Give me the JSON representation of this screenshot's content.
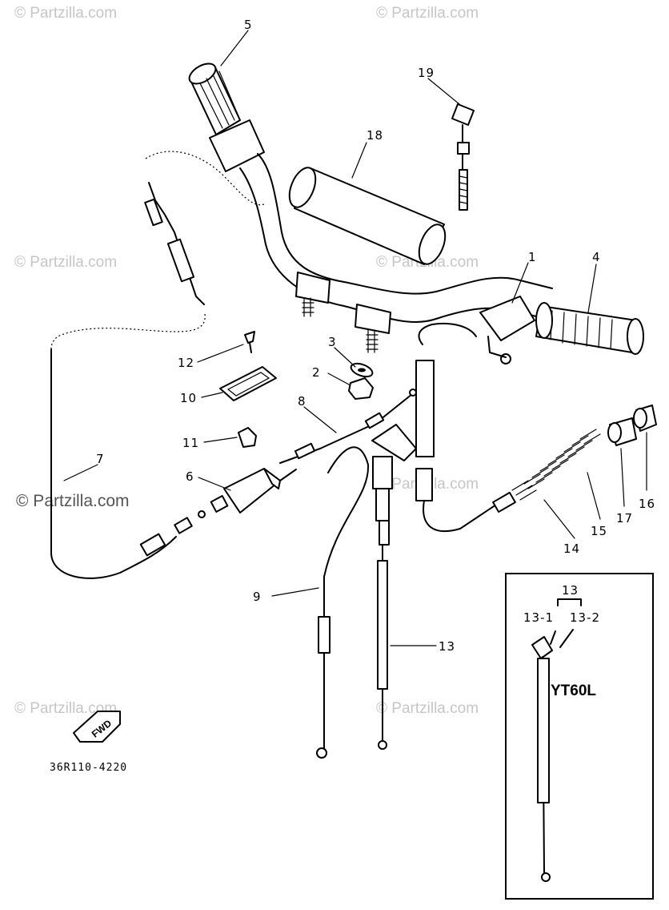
{
  "diagram": {
    "drawing_code": "36R110-4220",
    "fwd_marker": "FWD",
    "inset_model": "YT60L",
    "callouts": [
      "1",
      "2",
      "3",
      "4",
      "5",
      "6",
      "7",
      "8",
      "9",
      "10",
      "11",
      "12",
      "13",
      "14",
      "15",
      "16",
      "17",
      "18",
      "19"
    ],
    "inset_callouts": [
      "13",
      "13-1",
      "13-2"
    ]
  },
  "watermarks": {
    "text": "© Partzilla.com",
    "prominent_text": "© Partzilla.com"
  }
}
